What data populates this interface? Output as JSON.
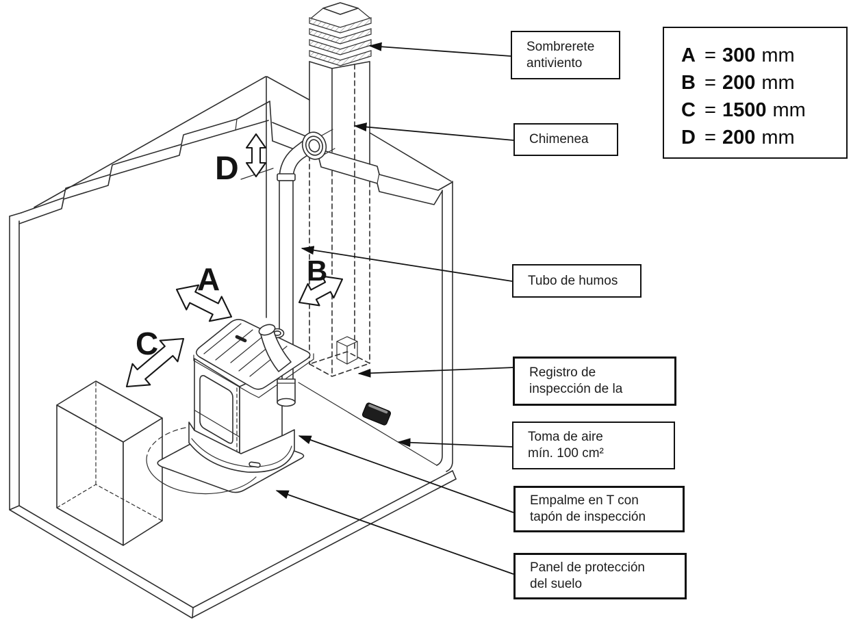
{
  "legend": {
    "equals": "=",
    "items": [
      {
        "letter": "A",
        "value": "300",
        "unit": "mm"
      },
      {
        "letter": "B",
        "value": "200",
        "unit": "mm"
      },
      {
        "letter": "C",
        "value": "1500",
        "unit": "mm"
      },
      {
        "letter": "D",
        "value": "200",
        "unit": "mm"
      }
    ]
  },
  "callouts": {
    "sombrerete": {
      "line1": "Sombrerete",
      "line2": "antiviento"
    },
    "chimenea": {
      "line1": "Chimenea"
    },
    "tubo": {
      "line1": "Tubo de humos"
    },
    "registro": {
      "line1": "Registro de",
      "line2": "inspección de la"
    },
    "toma": {
      "line1": "Toma de aire",
      "line2": "mín. 100 cm²"
    },
    "empalme": {
      "line1": "Empalme en T con",
      "line2": "tapón de inspección"
    },
    "panel": {
      "line1": "Panel de protección",
      "line2": "del suelo"
    }
  },
  "markers": {
    "a": "A",
    "b": "B",
    "c": "C",
    "d": "D"
  },
  "colors": {
    "line": "#2e2e2e",
    "leader": "#141414",
    "vent": "#1d1d1d"
  }
}
